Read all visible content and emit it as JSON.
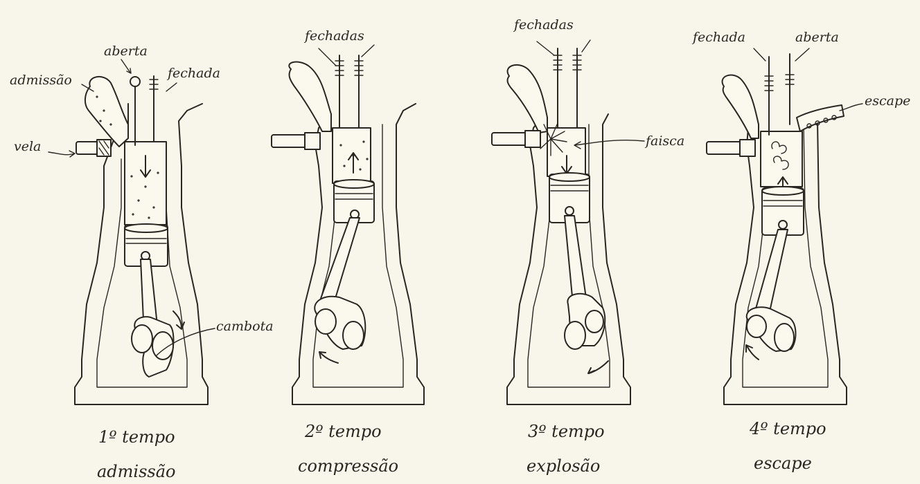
{
  "labels": {
    "admissao": "admissão",
    "aberta_1": "aberta",
    "fechada_1": "fechada",
    "vela": "vela",
    "cambota": "cambota",
    "fechadas_2": "fechadas",
    "fechadas_3": "fechadas",
    "faisca": "faisca",
    "fechada_4": "fechada",
    "aberta_4": "aberta",
    "escape": "escape"
  },
  "strokes": [
    {
      "step": "1º tempo",
      "name": "admissão"
    },
    {
      "step": "2º tempo",
      "name": "compressão"
    },
    {
      "step": "3º tempo",
      "name": "explosão"
    },
    {
      "step": "4º tempo",
      "name": "escape"
    }
  ]
}
